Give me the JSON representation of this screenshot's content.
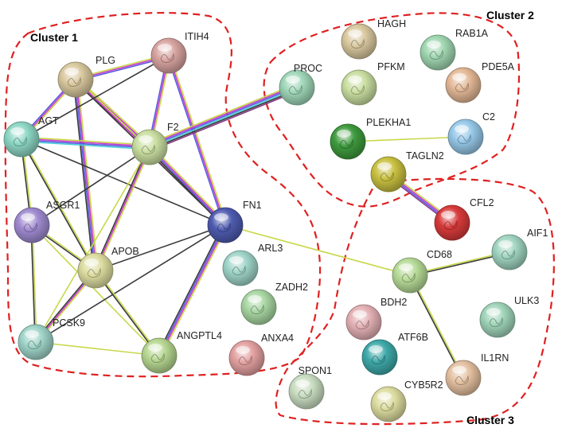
{
  "clusters": [
    {
      "id": "c1",
      "title": "Cluster 1"
    },
    {
      "id": "c2",
      "title": "Cluster 2"
    },
    {
      "id": "c3",
      "title": "Cluster 3"
    }
  ],
  "colors": {
    "boundary": "#e02020",
    "edge_yellow": "#c8d84a",
    "edge_black": "#3a3a3a",
    "edge_magenta": "#c83ac8",
    "edge_blue": "#5a5ae0",
    "edge_cyan": "#4ad0d8",
    "edge_purple": "#8a3a8a"
  },
  "nodes": [
    {
      "id": "PLG",
      "label": "PLG",
      "cluster": "c1",
      "color": "#d9c89e"
    },
    {
      "id": "ITIH4",
      "label": "ITIH4",
      "cluster": "c1",
      "color": "#d7a3a0"
    },
    {
      "id": "AGT",
      "label": "AGT",
      "cluster": "c1",
      "color": "#8cd6c4"
    },
    {
      "id": "F2",
      "label": "F2",
      "cluster": "c1",
      "color": "#c9dea0"
    },
    {
      "id": "ASGR1",
      "label": "ASGR1",
      "cluster": "c1",
      "color": "#9f8ad0"
    },
    {
      "id": "FN1",
      "label": "FN1",
      "cluster": "c1",
      "color": "#4e5bb0"
    },
    {
      "id": "APOB",
      "label": "APOB",
      "cluster": "c1",
      "color": "#dcdca0"
    },
    {
      "id": "PCSK9",
      "label": "PCSK9",
      "cluster": "c1",
      "color": "#9fd4c8"
    },
    {
      "id": "ANGPTL4",
      "label": "ANGPTL4",
      "cluster": "c1",
      "color": "#b6d690"
    },
    {
      "id": "ARL3",
      "label": "ARL3",
      "cluster": "c1",
      "color": "#9fd4c8"
    },
    {
      "id": "ZADH2",
      "label": "ZADH2",
      "cluster": "c1",
      "color": "#a8d6a2"
    },
    {
      "id": "ANXA4",
      "label": "ANXA4",
      "cluster": "c1",
      "color": "#e3a0a0"
    },
    {
      "id": "HAGH",
      "label": "HAGH",
      "cluster": "c2",
      "color": "#d9c89e"
    },
    {
      "id": "RAB1A",
      "label": "RAB1A",
      "cluster": "c2",
      "color": "#9fd6b0"
    },
    {
      "id": "PROC",
      "label": "PROC",
      "cluster": "c2",
      "color": "#9fd6b8"
    },
    {
      "id": "PFKM",
      "label": "PFKM",
      "cluster": "c2",
      "color": "#c9dea0"
    },
    {
      "id": "PDE5A",
      "label": "PDE5A",
      "cluster": "c2",
      "color": "#e3b896"
    },
    {
      "id": "PLEKHA1",
      "label": "PLEKHA1",
      "cluster": "c2",
      "color": "#3e9a3e"
    },
    {
      "id": "C2",
      "label": "C2",
      "cluster": "c2",
      "color": "#96c8e8"
    },
    {
      "id": "TAGLN2",
      "label": "TAGLN2",
      "cluster": "c2",
      "color": "#c8c040"
    },
    {
      "id": "CFL2",
      "label": "CFL2",
      "cluster": "c3",
      "color": "#d83a3a"
    },
    {
      "id": "AIF1",
      "label": "AIF1",
      "cluster": "c3",
      "color": "#9fd4c0"
    },
    {
      "id": "CD68",
      "label": "CD68",
      "cluster": "c3",
      "color": "#b6da96"
    },
    {
      "id": "BDH2",
      "label": "BDH2",
      "cluster": "c3",
      "color": "#e3b0b4"
    },
    {
      "id": "ULK3",
      "label": "ULK3",
      "cluster": "c3",
      "color": "#9fd4b8"
    },
    {
      "id": "ATF6B",
      "label": "ATF6B",
      "cluster": "c3",
      "color": "#3ea8a8"
    },
    {
      "id": "IL1RN",
      "label": "IL1RN",
      "cluster": "c3",
      "color": "#e3c0a0"
    },
    {
      "id": "SPON1",
      "label": "SPON1",
      "cluster": "c3",
      "color": "#c8dcc0"
    },
    {
      "id": "CYB5R2",
      "label": "CYB5R2",
      "cluster": "c3",
      "color": "#dcdca0"
    }
  ],
  "edges": [
    {
      "source": "PLG",
      "target": "ITIH4",
      "kinds": [
        "yellow",
        "magenta",
        "blue"
      ]
    },
    {
      "source": "PLG",
      "target": "AGT",
      "kinds": [
        "yellow",
        "magenta",
        "blue"
      ]
    },
    {
      "source": "PLG",
      "target": "F2",
      "kinds": [
        "yellow",
        "magenta",
        "blue",
        "black"
      ]
    },
    {
      "source": "PLG",
      "target": "APOB",
      "kinds": [
        "yellow",
        "magenta",
        "blue",
        "black"
      ]
    },
    {
      "source": "PLG",
      "target": "FN1",
      "kinds": [
        "yellow",
        "magenta",
        "black"
      ]
    },
    {
      "source": "ITIH4",
      "target": "F2",
      "kinds": [
        "yellow",
        "magenta",
        "blue"
      ]
    },
    {
      "source": "ITIH4",
      "target": "FN1",
      "kinds": [
        "yellow",
        "magenta",
        "blue"
      ]
    },
    {
      "source": "ITIH4",
      "target": "AGT",
      "kinds": [
        "black"
      ]
    },
    {
      "source": "AGT",
      "target": "F2",
      "kinds": [
        "yellow",
        "magenta",
        "blue",
        "cyan"
      ]
    },
    {
      "source": "AGT",
      "target": "FN1",
      "kinds": [
        "black"
      ]
    },
    {
      "source": "AGT",
      "target": "APOB",
      "kinds": [
        "yellow",
        "black"
      ]
    },
    {
      "source": "AGT",
      "target": "ASGR1",
      "kinds": [
        "yellow",
        "black"
      ]
    },
    {
      "source": "F2",
      "target": "PROC",
      "kinds": [
        "yellow",
        "magenta",
        "blue",
        "cyan",
        "black",
        "purple"
      ]
    },
    {
      "source": "F2",
      "target": "FN1",
      "kinds": [
        "yellow",
        "magenta",
        "blue",
        "black"
      ]
    },
    {
      "source": "F2",
      "target": "APOB",
      "kinds": [
        "yellow",
        "magenta",
        "black"
      ]
    },
    {
      "source": "F2",
      "target": "ASGR1",
      "kinds": [
        "black"
      ]
    },
    {
      "source": "F2",
      "target": "PCSK9",
      "kinds": [
        "yellow"
      ]
    },
    {
      "source": "ASGR1",
      "target": "APOB",
      "kinds": [
        "yellow",
        "black"
      ]
    },
    {
      "source": "ASGR1",
      "target": "PCSK9",
      "kinds": [
        "yellow",
        "black"
      ]
    },
    {
      "source": "ASGR1",
      "target": "ANGPTL4",
      "kinds": [
        "yellow"
      ]
    },
    {
      "source": "FN1",
      "target": "APOB",
      "kinds": [
        "black"
      ]
    },
    {
      "source": "FN1",
      "target": "PCSK9",
      "kinds": [
        "black"
      ]
    },
    {
      "source": "FN1",
      "target": "ANGPTL4",
      "kinds": [
        "yellow",
        "magenta",
        "blue",
        "black"
      ]
    },
    {
      "source": "FN1",
      "target": "CD68",
      "kinds": [
        "yellow"
      ]
    },
    {
      "source": "APOB",
      "target": "PCSK9",
      "kinds": [
        "yellow",
        "magenta",
        "black"
      ]
    },
    {
      "source": "APOB",
      "target": "ANGPTL4",
      "kinds": [
        "yellow",
        "black"
      ]
    },
    {
      "source": "PCSK9",
      "target": "ANGPTL4",
      "kinds": [
        "yellow"
      ]
    },
    {
      "source": "PLEKHA1",
      "target": "C2",
      "kinds": [
        "yellow"
      ]
    },
    {
      "source": "TAGLN2",
      "target": "CFL2",
      "kinds": [
        "yellow",
        "magenta",
        "blue",
        "purple"
      ]
    },
    {
      "source": "CD68",
      "target": "AIF1",
      "kinds": [
        "yellow",
        "black"
      ]
    },
    {
      "source": "CD68",
      "target": "IL1RN",
      "kinds": [
        "yellow",
        "black"
      ]
    }
  ]
}
